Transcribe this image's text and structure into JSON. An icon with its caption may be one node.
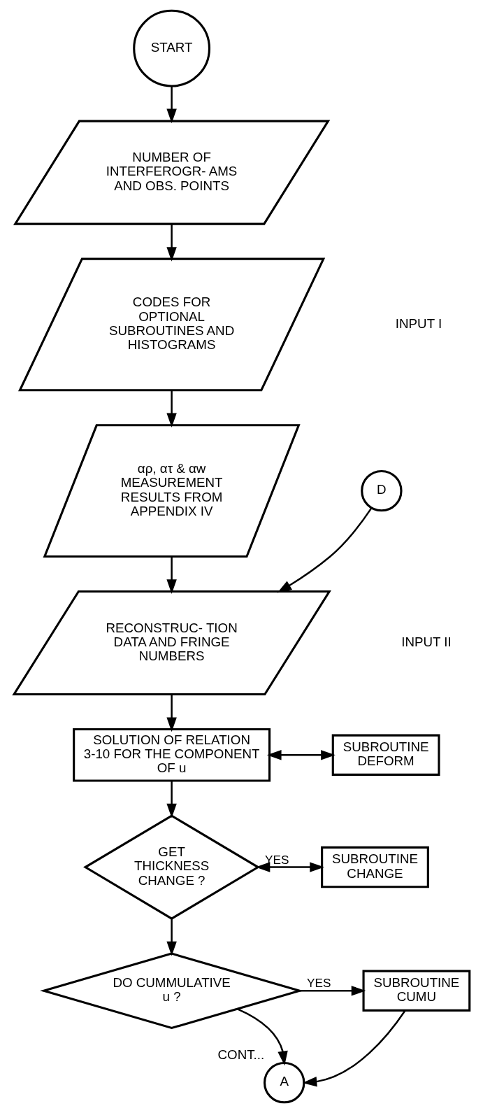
{
  "diagram": {
    "nodes": [
      {
        "text": [
          "START"
        ]
      },
      {
        "text": [
          "NUMBER OF INTERFEROGR- AMS AND OBS. POINTS"
        ]
      },
      {
        "text": [
          "CODES FOR OPTIONAL SUBROUTINES AND HISTOGRAMS"
        ]
      },
      {
        "text": [
          "αρ, ατ & αw MEASUREMENT RESULTS FROM APPENDIX IV"
        ]
      },
      {
        "text": [
          "D"
        ]
      },
      {
        "text": [
          "RECONSTRUC- TION DATA AND FRINGE NUMBERS"
        ]
      },
      {
        "text": [
          "SOLUTION OF RELATION 3-10 FOR THE COMPONENT OF u"
        ]
      },
      {
        "text": [
          "SUBROUTINE DEFORM"
        ]
      },
      {
        "text": [
          "GET THICKNESS CHANGE ?"
        ]
      },
      {
        "text": [
          "SUBROUTINE CHANGE"
        ]
      },
      {
        "text": [
          "DO CUMMULATIVE u ?"
        ]
      },
      {
        "text": [
          "SUBROUTINE CUMU"
        ]
      },
      {
        "text": [
          "A"
        ],
        "beside": [
          "CONT..."
        ]
      }
    ],
    "edges": [
      {
        "from": 0,
        "to": 1,
        "arrow": "to"
      },
      {
        "from": 1,
        "to": 2,
        "arrow": "to"
      },
      {
        "from": 2,
        "to": 3,
        "arrow": "to"
      },
      {
        "from": 3,
        "to": 5,
        "arrow": "to"
      },
      {
        "from": 4,
        "to": 5,
        "arrow": "to"
      },
      {
        "from": 5,
        "to": 6,
        "arrow": "to"
      },
      {
        "from": 6,
        "to": 7,
        "arrow": "both"
      },
      {
        "from": 6,
        "to": 8,
        "arrow": "to"
      },
      {
        "from": 8,
        "to": 9,
        "arrow": "both",
        "label": "YES"
      },
      {
        "from": 8,
        "to": 10,
        "arrow": "to"
      },
      {
        "from": 10,
        "to": 11,
        "arrow": "to",
        "label": "YES"
      },
      {
        "from": 10,
        "to": 12,
        "arrow": "to"
      },
      {
        "from": 11,
        "to": 12,
        "arrow": "to"
      }
    ],
    "labels": [
      "INPUT I",
      "INPUT II"
    ]
  }
}
